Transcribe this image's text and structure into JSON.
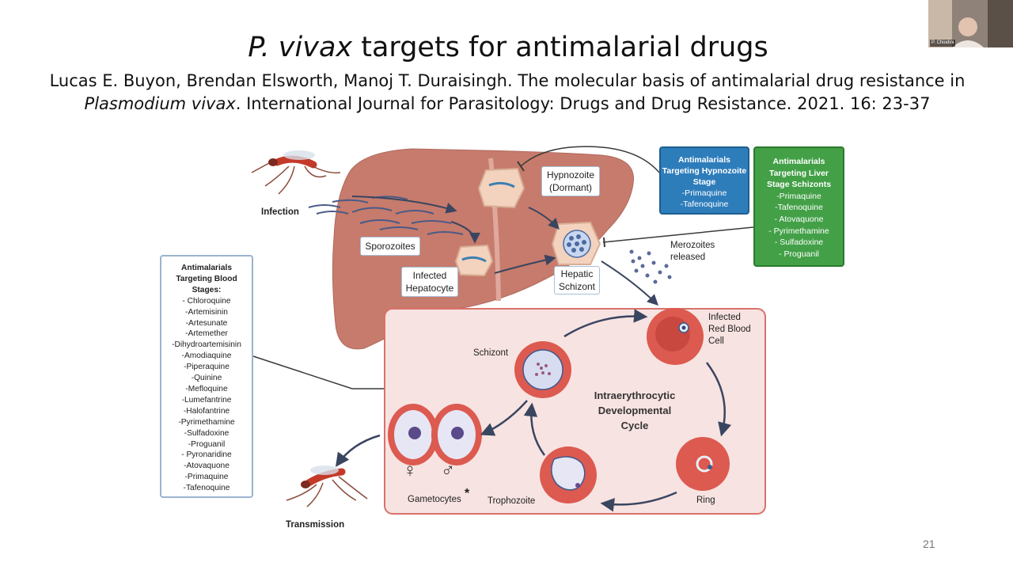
{
  "slide": {
    "title_italic": "P. vivax",
    "title_rest": " targets for antimalarial drugs",
    "citation_line1": "Lucas E. Buyon, Brendan Elsworth, Manoj T. Duraisingh. The molecular basis of antimalarial drug resistance in",
    "citation_italic": "Plasmodium vivax",
    "citation_line2": ". International Journal for Parasitology: Drugs and Drug Resistance. 2021. 16: 23-37",
    "slide_number": "21",
    "webcam_label": "P. Chiodini"
  },
  "diagram": {
    "infection": "Infection",
    "transmission": "Transmission",
    "sporozoites": "Sporozoites",
    "infected_hepatocyte_1": "Infected",
    "infected_hepatocyte_2": "Hepatocyte",
    "hypnozoite_1": "Hypnozoite",
    "hypnozoite_2": "(Dormant)",
    "hepatic_schizont_1": "Hepatic",
    "hepatic_schizont_2": "Schizont",
    "merozoites_1": "Merozoites",
    "merozoites_2": "released",
    "infected_rbc_1": "Infected",
    "infected_rbc_2": "Red Blood",
    "infected_rbc_3": "Cell",
    "schizont": "Schizont",
    "ring": "Ring",
    "trophozoite": "Trophozoite",
    "gametocytes": "Gametocytes",
    "asterisk": "*",
    "female_symbol": "♀",
    "male_symbol": "♂",
    "cycle_1": "Intraerythrocytic",
    "cycle_2": "Developmental",
    "cycle_3": "Cycle"
  },
  "blood_box": {
    "heading": [
      "Antimalarials",
      "Targeting Blood",
      "Stages:"
    ],
    "drugs": [
      "- Chloroquine",
      "-Artemisinin",
      "-Artesunate",
      "-Artemether",
      "-Dihydroartemisinin",
      "-Amodiaquine",
      "-Piperaquine",
      "-Quinine",
      "-Mefloquine",
      "-Lumefantrine",
      "-Halofantrine",
      "-Pyrimethamine",
      "-Sulfadoxine",
      "-Proguanil",
      "- Pyronaridine",
      "-Atovaquone",
      "-Primaquine",
      "-Tafenoquine"
    ]
  },
  "hypnozoite_box": {
    "heading": [
      "Antimalarials",
      "Targeting Hypnozoite",
      "Stage"
    ],
    "drugs": [
      "-Primaquine",
      "-Tafenoquine"
    ]
  },
  "liver_box": {
    "heading": [
      "Antimalarials",
      "Targeting Liver",
      "Stage Schizonts"
    ],
    "drugs": [
      "-Primaquine",
      "-Tafenoquine",
      "- Atovaquone",
      "- Pyrimethamine",
      "- Sulfadoxine",
      "- Proguanil"
    ]
  },
  "colors": {
    "liver": "#c67b6c",
    "blood_panel": "#f7e3e1",
    "rbc": "#dc5a50",
    "hypnozoite_box": "#2e7dbb",
    "liver_box": "#43a047",
    "arrow": "#3a4560"
  }
}
